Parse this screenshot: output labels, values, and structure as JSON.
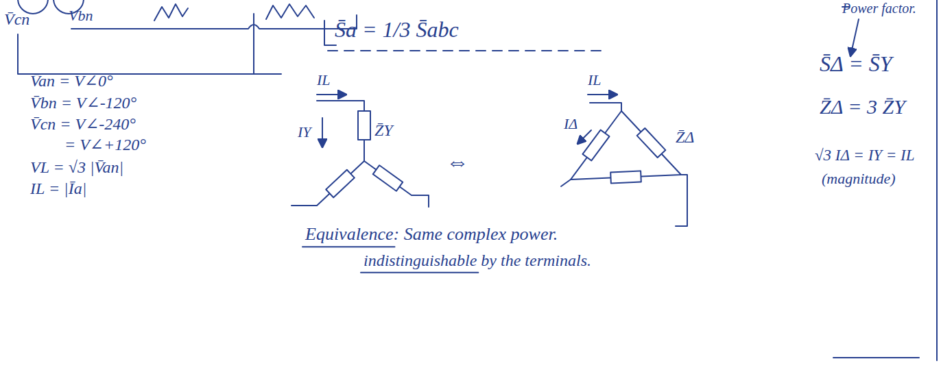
{
  "diagram": {
    "labels": [
      "V̄cn",
      "Vbn",
      "S̄a = 1/3 S̄abc",
      "Power factor.",
      "V̄an = V∠0°",
      "V̄bn = V∠-120°",
      "V̄cn = V∠-240°",
      "= V∠+120°",
      "VL = √3 |V̄an|",
      "IL = |Īa|",
      "IL",
      "IY",
      "Z̄Y",
      "⇔",
      "IL",
      "IΔ",
      "Z̄Δ",
      "S̄Δ = S̄Y",
      "Z̄Δ = 3 Z̄Y",
      "√3 IΔ = IY = IL",
      "(magnitude)",
      "Equivalence: Same complex power.",
      "indistinguishable by the terminals."
    ]
  }
}
